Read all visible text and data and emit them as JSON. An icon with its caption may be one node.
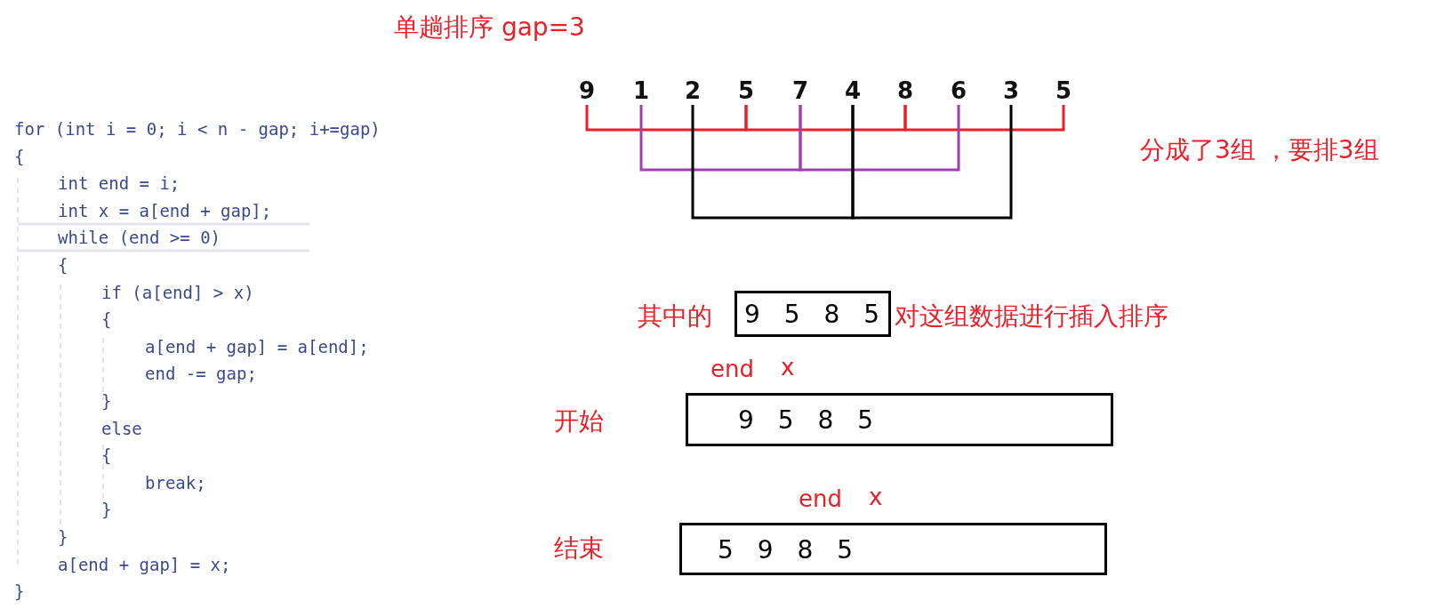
{
  "diagram": {
    "title": "单趟排序 gap=3",
    "nodes": [
      {
        "text": [
          "9"
        ]
      },
      {
        "text": [
          "1"
        ]
      },
      {
        "text": [
          "2"
        ]
      },
      {
        "text": [
          "5"
        ]
      },
      {
        "text": [
          "7"
        ]
      },
      {
        "text": [
          "4"
        ]
      },
      {
        "text": [
          "8"
        ]
      },
      {
        "text": [
          "6"
        ]
      },
      {
        "text": [
          "3"
        ]
      },
      {
        "text": [
          "5"
        ]
      },
      {
        "text": [
          "9 5 8 5"
        ],
        "beside": [
          "其中的",
          "对这组数据进行插入排序"
        ]
      },
      {
        "text": [
          "9 5 8 5"
        ],
        "beside": [
          "开始"
        ]
      },
      {
        "text": [
          "5 9 8 5"
        ],
        "beside": [
          "结束"
        ]
      }
    ],
    "edges": [
      {
        "from": 0,
        "to": 3,
        "arrow": "none",
        "color": "#e8202a"
      },
      {
        "from": 3,
        "to": 6,
        "arrow": "none",
        "color": "#e8202a"
      },
      {
        "from": 6,
        "to": 9,
        "arrow": "none",
        "color": "#e8202a"
      },
      {
        "from": 1,
        "to": 4,
        "arrow": "none",
        "color": "#a040b0"
      },
      {
        "from": 4,
        "to": 7,
        "arrow": "none",
        "color": "#a040b0"
      },
      {
        "from": 2,
        "to": 5,
        "arrow": "none",
        "color": "#000000"
      },
      {
        "from": 5,
        "to": 8,
        "arrow": "none",
        "color": "#000000"
      }
    ],
    "labels": [
      "for (int i = 0; i < n - gap; i+=gap)",
      "{",
      "int end = i;",
      "int x = a[end + gap];",
      "while (end >= 0)",
      "{",
      "if (a[end] > x)",
      "{",
      "a[end + gap] = a[end];",
      "end -= gap;",
      "}",
      "else",
      "{",
      "break;",
      "}",
      "}",
      "a[end + gap] = x;",
      "}",
      "分成了3组 ，要排3组",
      "end",
      "x",
      "end",
      "x"
    ]
  }
}
